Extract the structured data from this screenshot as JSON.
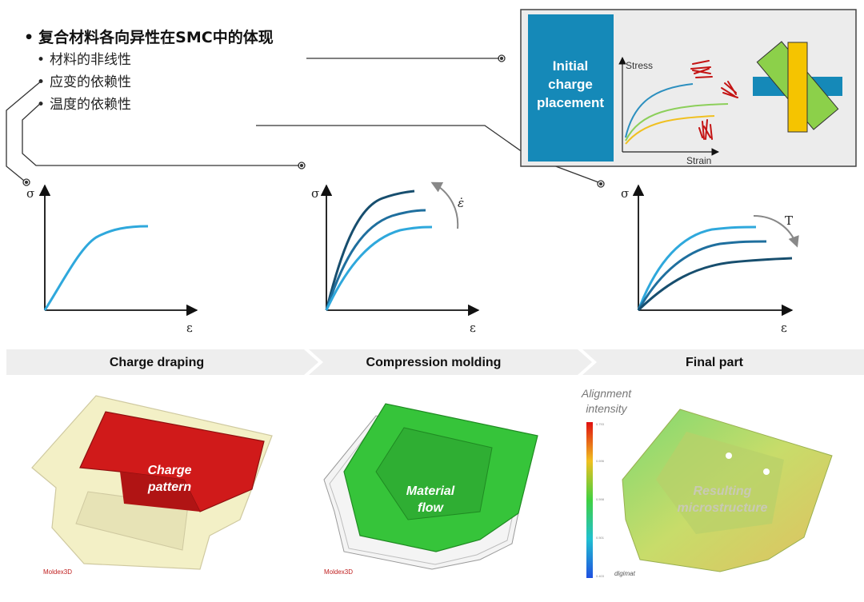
{
  "bullets": {
    "main": "复合材料各向异性在SMC中的体现",
    "items": [
      "材料的非线性",
      "应变的依赖性",
      "温度的依赖性"
    ]
  },
  "process_panel": {
    "title_lines": [
      "Initial",
      "charge",
      "placement"
    ],
    "stress_label": "Stress",
    "strain_label": "Strain"
  },
  "graphs": {
    "y_label": "σ",
    "x_label": "ε",
    "strain_rate_symbol": "ε̇",
    "temperature_symbol": "T"
  },
  "stages": [
    "Charge draping",
    "Compression molding",
    "Final part"
  ],
  "parts": {
    "draping_label": [
      "Charge",
      "pattern"
    ],
    "molding_label": [
      "Material",
      "flow"
    ],
    "final_label": [
      "Resulting",
      "microstructure"
    ],
    "legend_title": [
      "Alignment",
      "intensity"
    ],
    "legend_ticks": [
      "0.793",
      "0.696",
      "0.598",
      "0.501",
      "0.403"
    ],
    "brand_moldex": "Moldex3D",
    "brand_digimat": "digimat"
  },
  "colors": {
    "stage_bar": "#eeeeee",
    "charge_box": "#1589b8",
    "panel_bg": "#ececec",
    "curve_light": "#2fa8dc",
    "curve_mid": "#1f6f9e",
    "curve_dark": "#174e6e",
    "charge_red": "#d01a1a",
    "flow_green": "#36c43a"
  }
}
